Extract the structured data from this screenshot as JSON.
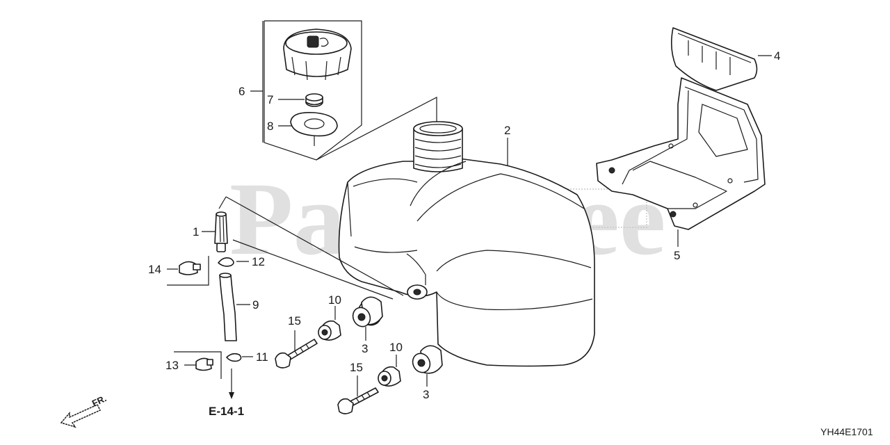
{
  "watermark": "PartsTree",
  "diagram_code": "YH44E1701",
  "reference": "E-14-1",
  "direction_label": "FR.",
  "callouts": {
    "c1": "1",
    "c2": "2",
    "c3a": "3",
    "c3b": "3",
    "c4": "4",
    "c5": "5",
    "c6": "6",
    "c7": "7",
    "c8": "8",
    "c9": "9",
    "c10a": "10",
    "c10b": "10",
    "c11": "11",
    "c12": "12",
    "c13": "13",
    "c14": "14",
    "c15a": "15",
    "c15b": "15"
  }
}
